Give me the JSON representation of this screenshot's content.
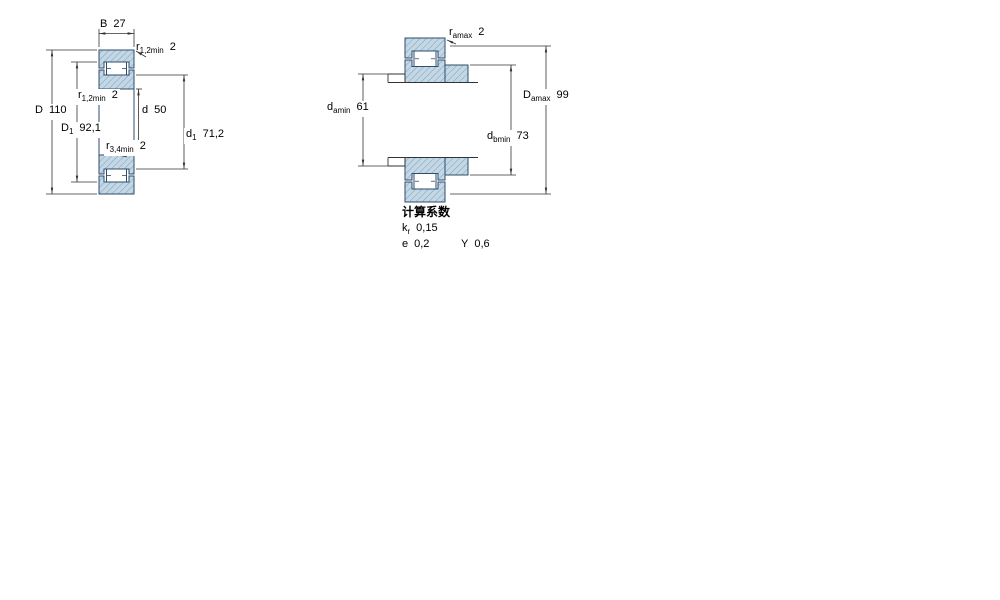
{
  "drawing": {
    "kind": "cylindrical-roller-bearing-cross-section",
    "colors": {
      "section_fill": "#c3d7e5",
      "hatch_line": "#6b93b4",
      "section_stroke": "#2e4d6e",
      "dimension_line": "#333333",
      "text": "#000000",
      "background": "#ffffff"
    }
  },
  "left_view": {
    "labels": {
      "B": {
        "main": "B",
        "sub": "",
        "value": "27"
      },
      "r12_top": {
        "main": "r",
        "sub": "1,2min",
        "value": "2"
      },
      "r12_side": {
        "main": "r",
        "sub": "1,2min",
        "value": "2"
      },
      "d": {
        "main": "d",
        "sub": "",
        "value": "50"
      },
      "D": {
        "main": "D",
        "sub": "",
        "value": "110"
      },
      "D1": {
        "main": "D",
        "sub": "1",
        "value": "92,1"
      },
      "r34": {
        "main": "r",
        "sub": "3,4min",
        "value": "2"
      },
      "d1": {
        "main": "d",
        "sub": "1",
        "value": "71,2"
      }
    }
  },
  "right_view": {
    "labels": {
      "ra": {
        "main": "r",
        "sub": "amax",
        "value": "2"
      },
      "da": {
        "main": "d",
        "sub": "amin",
        "value": "61"
      },
      "Da": {
        "main": "D",
        "sub": "amax",
        "value": "99"
      },
      "db": {
        "main": "d",
        "sub": "bmin",
        "value": "73"
      }
    }
  },
  "factors": {
    "heading": "计算系数",
    "kr": {
      "main": "k",
      "sub": "r",
      "value": "0,15"
    },
    "e": {
      "main": "e",
      "sub": "",
      "value": "0,2"
    },
    "y": {
      "main": "Y",
      "sub": "",
      "value": "0,6"
    }
  }
}
